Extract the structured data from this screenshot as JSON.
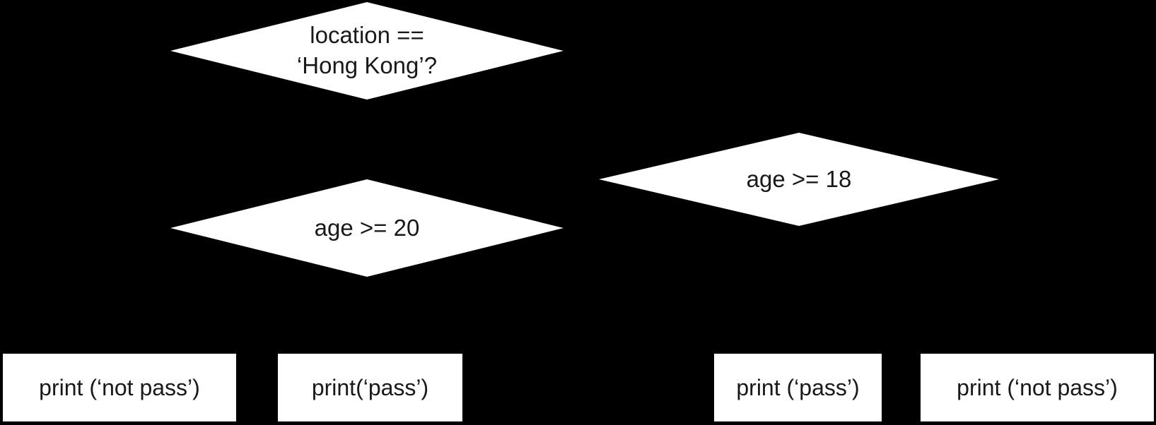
{
  "diagram": {
    "type": "flowchart-decision-tree",
    "background": "#000000",
    "node_fill": "#ffffff",
    "text_color": "#191919",
    "decisions": [
      {
        "label": "location ==\n‘Hong Kong’?"
      },
      {
        "label": "age >= 20"
      },
      {
        "label": "age >= 18"
      }
    ],
    "outputs": [
      {
        "label": "print (‘not pass’)"
      },
      {
        "label": "print(‘pass’)"
      },
      {
        "label": "print (‘pass’)"
      },
      {
        "label": "print (‘not pass’)"
      }
    ]
  }
}
